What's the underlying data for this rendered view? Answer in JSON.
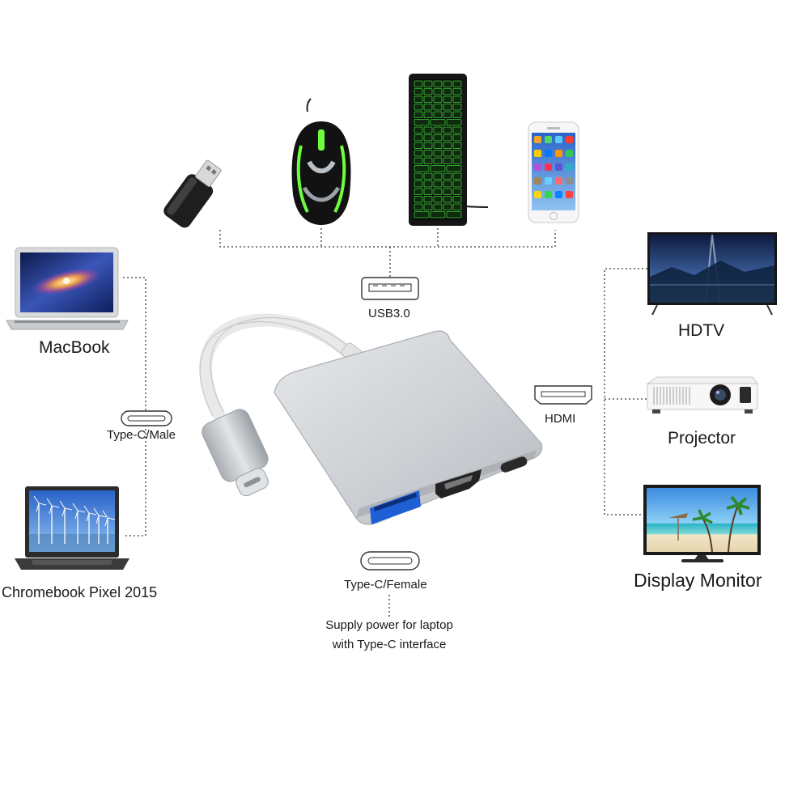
{
  "labels": {
    "macbook": "MacBook",
    "type_c_male": "Type-C/Male",
    "chromebook": "Chromebook Pixel 2015",
    "usb": "USB3.0",
    "hdtv": "HDTV",
    "hdmi": "HDMI",
    "projector": "Projector",
    "display_monitor": "Display Monitor",
    "type_c_female": "Type-C/Female",
    "supply_line1": "Supply power for laptop",
    "supply_line2": "with Type-C interface"
  },
  "icons": {
    "usb_drive": "usb-flash-drive-icon",
    "mouse": "gaming-mouse-icon",
    "keyboard": "backlit-keyboard-icon",
    "phone": "smartphone-icon",
    "laptop_mac": "laptop-icon",
    "laptop_chrome": "laptop-icon",
    "tv": "tv-icon",
    "projector": "projector-icon",
    "monitor": "monitor-icon",
    "adapter": "usb-c-hub-adapter-icon"
  },
  "colors": {
    "keyboard_glow": "#3fd13a",
    "mouse_glow": "#6cff3e",
    "adapter_body": "#cfd2d6",
    "usb_port_blue": "#1f5fd6",
    "connector_line": "#3a3a3a"
  }
}
